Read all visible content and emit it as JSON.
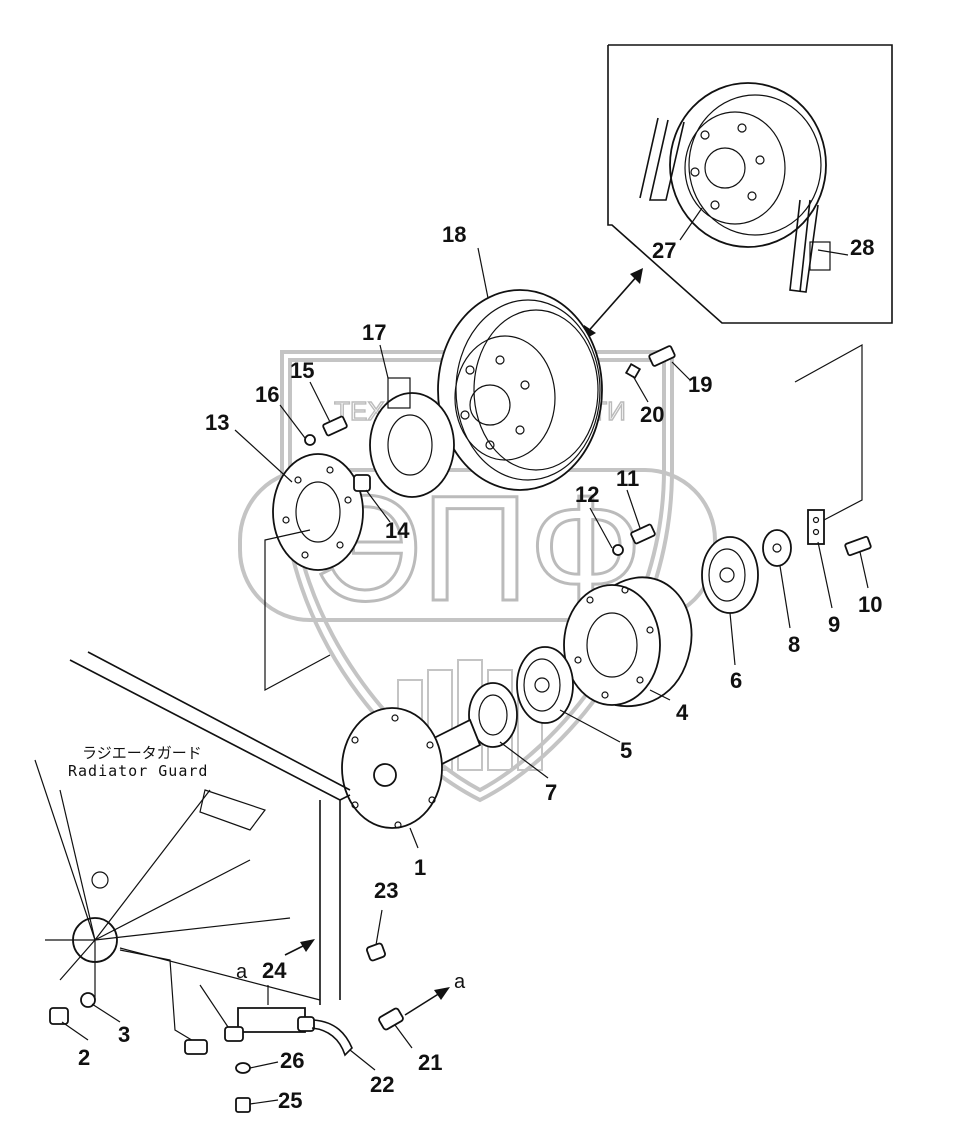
{
  "labels": {
    "radiator_guard_jp": "ラジエータガード",
    "radiator_guard_en": "Radiator Guard",
    "ref_a_top": "a",
    "ref_a_bottom": "a"
  },
  "watermark": {
    "text": "ТЕХНИКА И ЗАПЧАСТИ",
    "logo_letters": "ЭПФ"
  },
  "callouts": [
    "1",
    "2",
    "3",
    "4",
    "5",
    "6",
    "7",
    "8",
    "9",
    "10",
    "11",
    "12",
    "13",
    "14",
    "15",
    "16",
    "17",
    "18",
    "19",
    "20",
    "21",
    "22",
    "23",
    "24",
    "25",
    "26",
    "27",
    "28"
  ]
}
